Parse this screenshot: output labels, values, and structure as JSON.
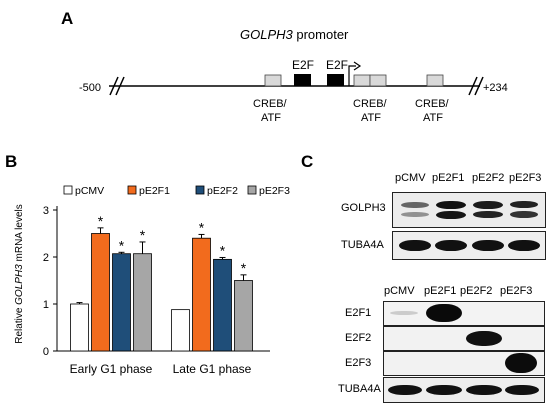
{
  "panels": {
    "a": "A",
    "b": "B",
    "c": "C"
  },
  "panel_a": {
    "title_gene": "GOLPH3",
    "title_rest": " promoter",
    "left_coord": "-500",
    "right_coord": "+234",
    "e2f_labels": [
      "E2F",
      "E2F"
    ],
    "creb_lines": [
      [
        "CREB/",
        "ATF"
      ],
      [
        "CREB/",
        "ATF"
      ],
      [
        "CREB/",
        "ATF"
      ]
    ]
  },
  "panel_c": {
    "blot1": {
      "lanes": [
        "pCMV",
        "pE2F1",
        "pE2F2",
        "pE2F3"
      ],
      "rows": [
        "GOLPH3",
        "TUBA4A"
      ]
    },
    "blot2": {
      "lanes": [
        "pCMV",
        "pE2F1",
        "pE2F2",
        "pE2F3"
      ],
      "rows": [
        "E2F1",
        "E2F2",
        "E2F3",
        "TUBA4A"
      ]
    }
  },
  "chart_data": {
    "type": "bar",
    "ylabel_prefix": "Relative ",
    "ylabel_gene": "GOLPH3",
    "ylabel_suffix": " mRNA levels",
    "categories": [
      "Early G1 phase",
      "Late G1 phase"
    ],
    "ylim": [
      0,
      3
    ],
    "yticks": [
      "0",
      "1",
      "2",
      "3"
    ],
    "series": [
      {
        "name": "pCMV",
        "color": "#ffffff",
        "values": [
          1.0,
          0.88
        ],
        "errors": [
          0.03,
          0.0
        ],
        "sig": [
          false,
          false
        ]
      },
      {
        "name": "pE2F1",
        "color": "#f26b1d",
        "values": [
          2.5,
          2.4
        ],
        "errors": [
          0.12,
          0.08
        ],
        "sig": [
          true,
          true
        ]
      },
      {
        "name": "pE2F2",
        "color": "#1f4e79",
        "values": [
          2.07,
          1.95
        ],
        "errors": [
          0.03,
          0.04
        ],
        "sig": [
          true,
          true
        ]
      },
      {
        "name": "pE2F3",
        "color": "#a6a6a6",
        "values": [
          2.07,
          1.5
        ],
        "errors": [
          0.25,
          0.12
        ],
        "sig": [
          true,
          true
        ]
      }
    ],
    "sig_marker": "*",
    "legend_position": "top"
  }
}
